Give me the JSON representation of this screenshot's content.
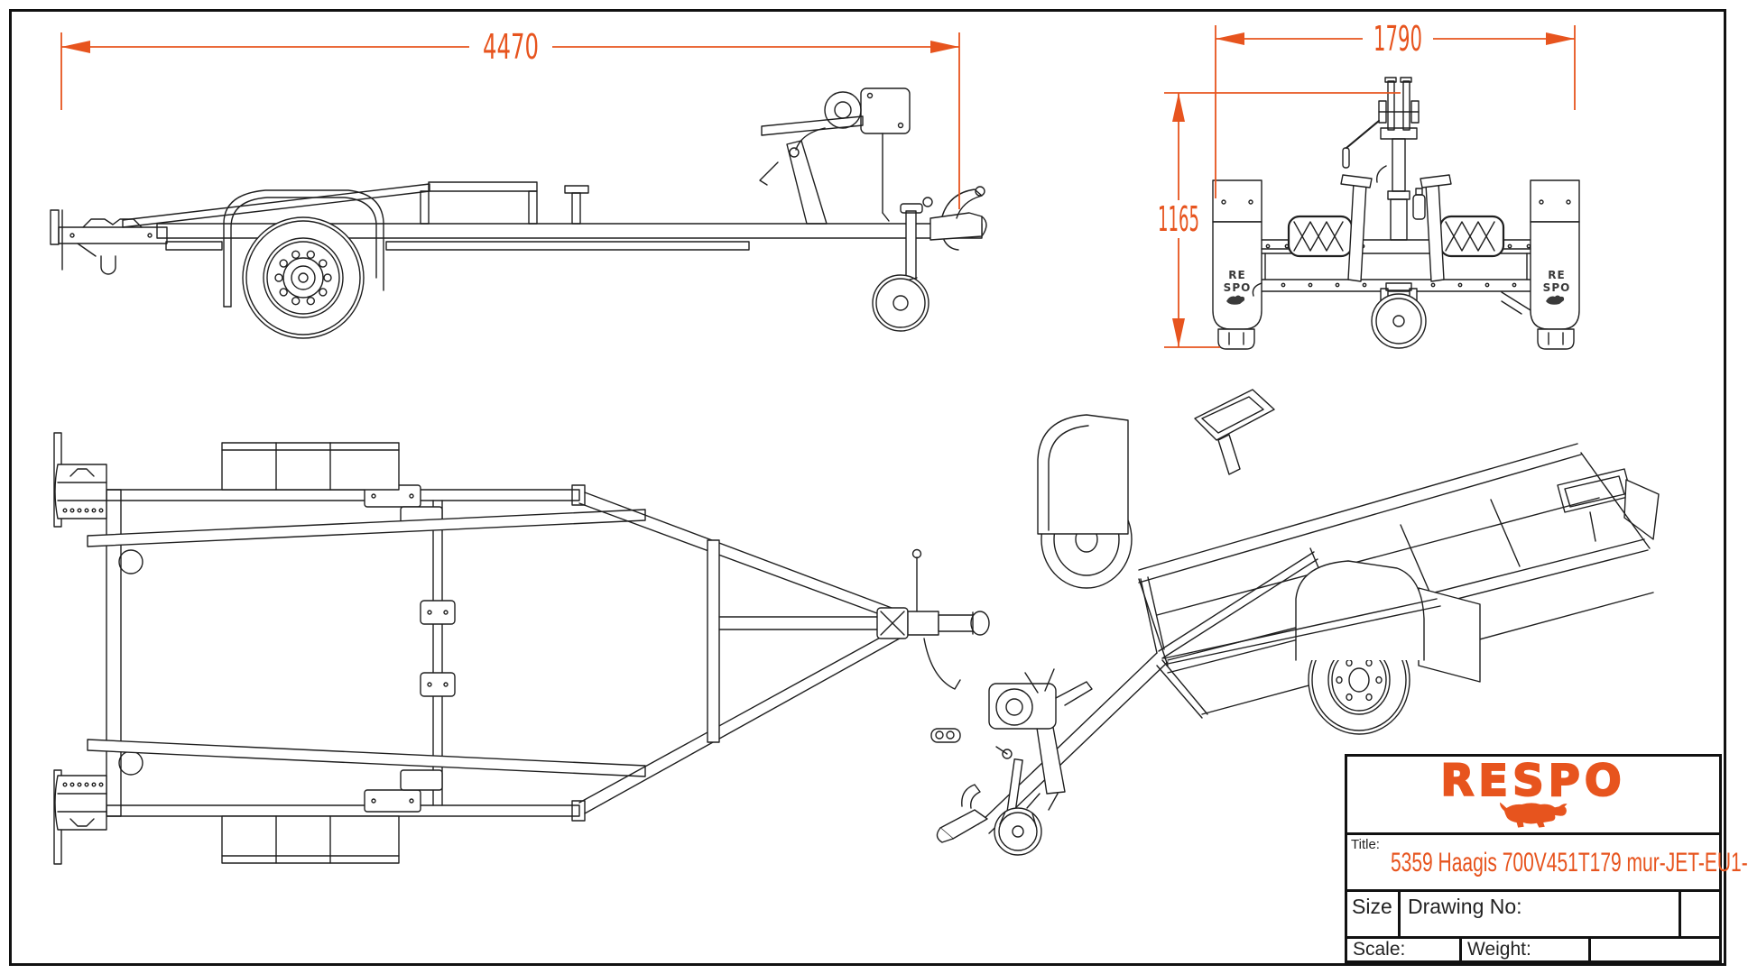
{
  "dimensions": {
    "overall_length": "4470",
    "overall_width": "1790",
    "overall_height": "1165"
  },
  "front_view": {
    "mudguard_line1": "RE",
    "mudguard_line2": "SPO"
  },
  "title_block": {
    "logo_text": "RESPO",
    "title_label": "Title:",
    "title": "5359 Haagis 700V451T179 mur-JET-EU1-",
    "size_label": "Size",
    "size_value": "",
    "drawing_no_label": "Drawing No:",
    "drawing_no_value": "",
    "scale_label": "Scale:",
    "scale_value": "",
    "weight_label": "Weight:",
    "weight_value": ""
  },
  "colors": {
    "accent": "#E7541E",
    "line": "#1f1f1f",
    "border": "#111111"
  }
}
